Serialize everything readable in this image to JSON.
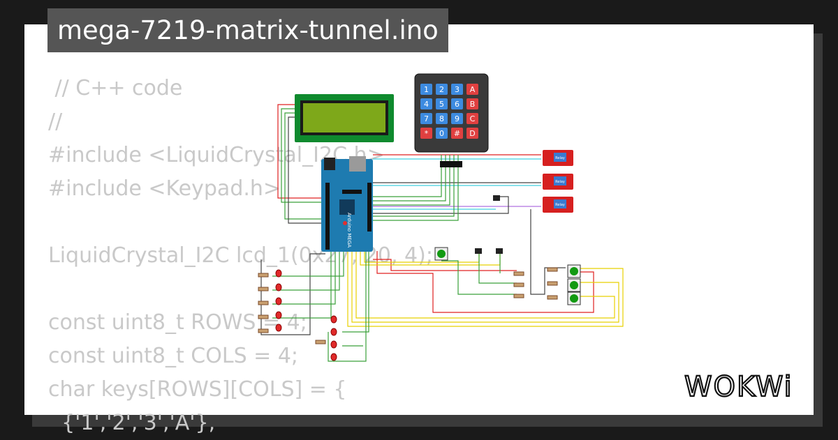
{
  "title": "mega-7219-matrix-tunnel.ino",
  "code_lines": [
    " // C++ code",
    "//",
    "#include <LiquidCrystal_I2C.h>",
    "#include <Keypad.h>",
    "",
    "LiquidCrystal_I2C lcd_1(0x27, 20, 4);",
    "",
    "const uint8_t ROWS = 4;",
    "const uint8_t COLS = 4;",
    "char keys[ROWS][COLS] = {",
    "  {'1','2','3','A'},"
  ],
  "keypad": {
    "keys": [
      "1",
      "2",
      "3",
      "A",
      "4",
      "5",
      "6",
      "B",
      "7",
      "8",
      "9",
      "C",
      "*",
      "0",
      "#",
      "D"
    ]
  },
  "board_label": "Arduino MEGA",
  "relay_label": "Relay",
  "logo_text": "WOKWi",
  "colors": {
    "background": "#1a1a1a",
    "card": "#ffffff",
    "title_bg": "#555555",
    "code_text": "#c9c9c9",
    "board": "#1e7bb0",
    "lcd": "#7ea81a",
    "keypad_blue": "#3d8be0",
    "keypad_red": "#e04040",
    "relay": "#d62020",
    "wire_red": "#e02020",
    "wire_green": "#3aa03a",
    "wire_yellow": "#e8d000",
    "wire_cyan": "#40d0e0"
  }
}
